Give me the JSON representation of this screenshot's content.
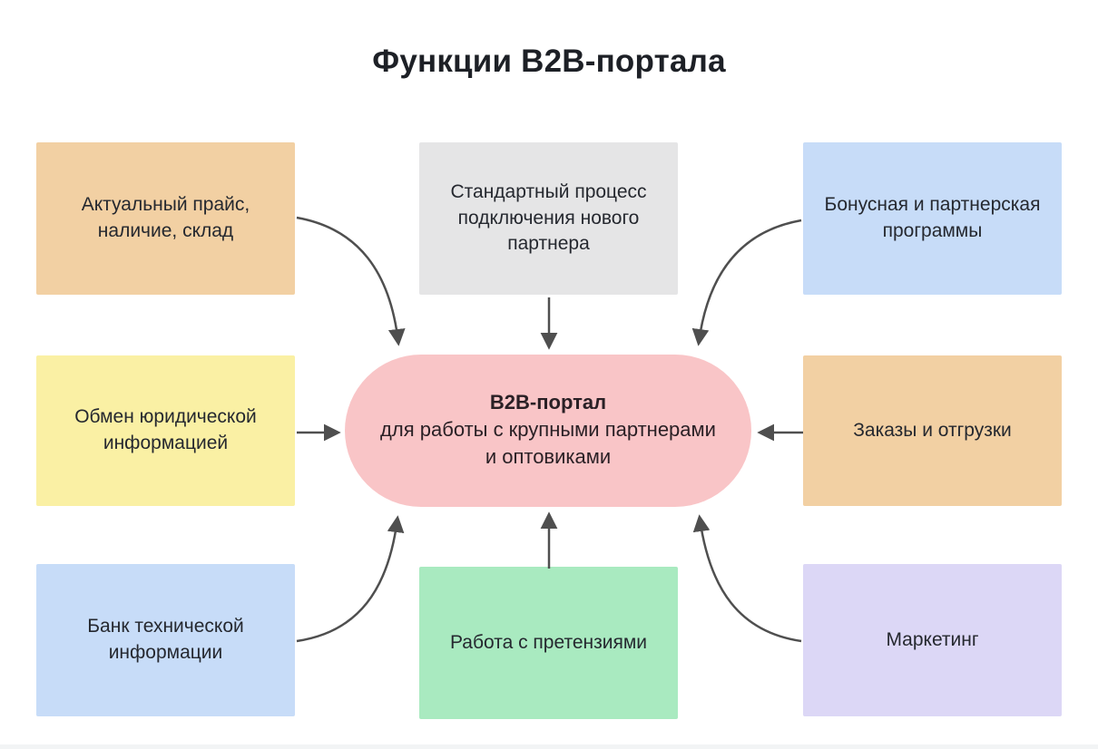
{
  "title": "Функции B2B-портала",
  "center": {
    "heading": "B2B-портал",
    "description": "для работы с крупными партнерами\nи оптовиками",
    "bg_color": "#f9c5c7"
  },
  "arrow_color": "#4f4f4f",
  "boxes": [
    {
      "name": "actual-price",
      "label": "Актуальный прайс,\nналичие, склад",
      "bg_color": "#f2d0a3"
    },
    {
      "name": "standard-process",
      "label": "Стандартный процесс\nподключения нового\nпартнера",
      "bg_color": "#e5e5e6"
    },
    {
      "name": "bonus-program",
      "label": "Бонусная и партнерская\nпрограммы",
      "bg_color": "#c7dcf8"
    },
    {
      "name": "legal-exchange",
      "label": "Обмен юридической\nинформацией",
      "bg_color": "#faf0a4"
    },
    {
      "name": "orders-shipments",
      "label": "Заказы и отгрузки",
      "bg_color": "#f2d0a3"
    },
    {
      "name": "tech-info-bank",
      "label": "Банк технической\nинформации",
      "bg_color": "#c7dcf8"
    },
    {
      "name": "claims-handling",
      "label": "Работа с претензиями",
      "bg_color": "#a9eac0"
    },
    {
      "name": "marketing",
      "label": "Маркетинг",
      "bg_color": "#dcd7f6"
    }
  ]
}
